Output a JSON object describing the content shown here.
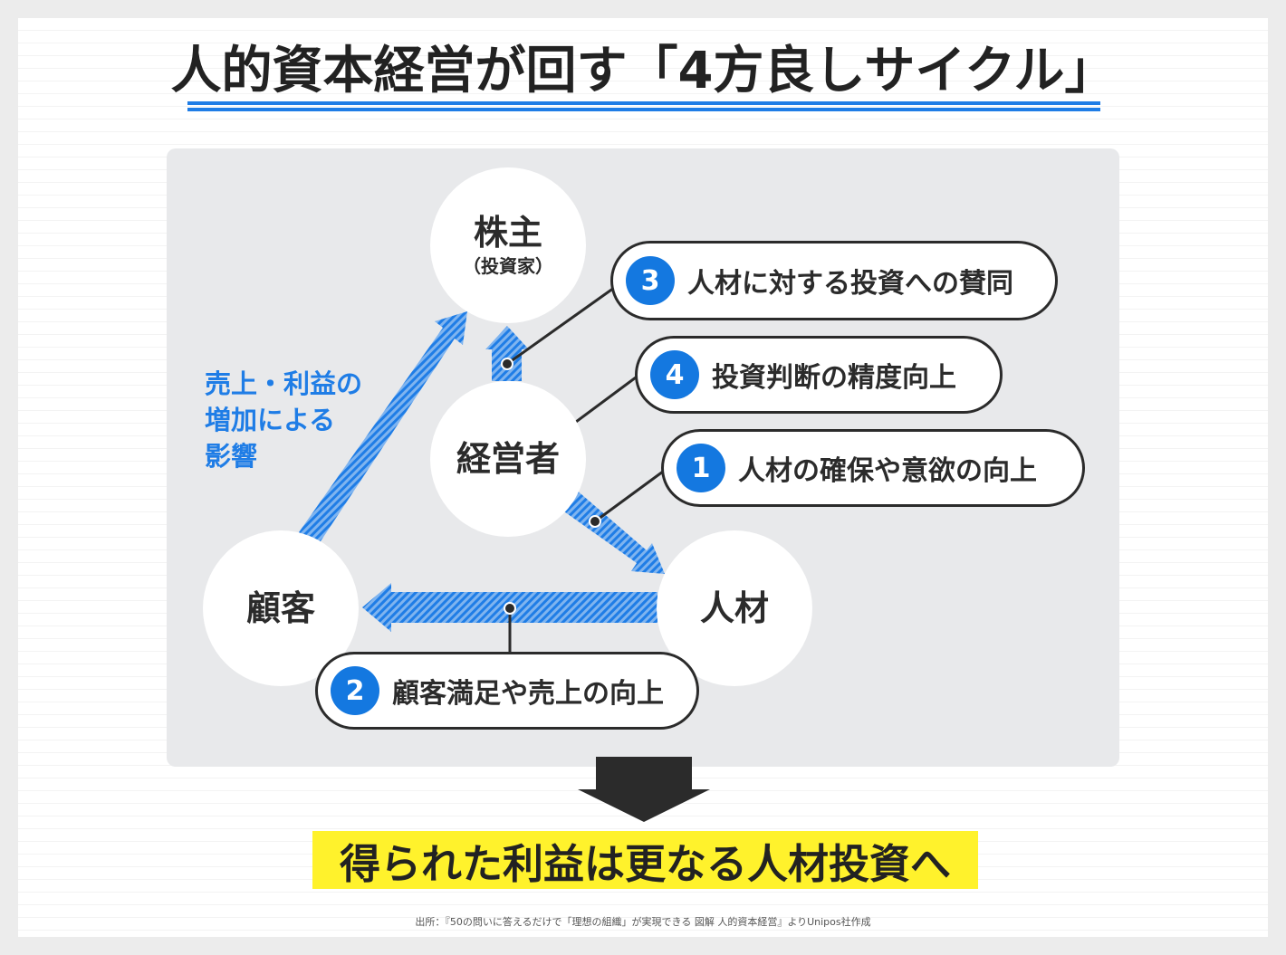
{
  "title": "人的資本経営が回す「4方良しサイクル」",
  "nodes": {
    "shareholder": {
      "label": "株主",
      "sub": "（投資家）"
    },
    "manager": {
      "label": "経営者"
    },
    "customer": {
      "label": "顧客"
    },
    "talent": {
      "label": "人材"
    }
  },
  "side_note": {
    "lines": [
      "売上・利益の",
      "増加による",
      "影響"
    ]
  },
  "callouts": [
    {
      "number": "3",
      "text": "人材に対する投資への賛同"
    },
    {
      "number": "4",
      "text": "投資判断の精度向上"
    },
    {
      "number": "1",
      "text": "人材の確保や意欲の向上"
    },
    {
      "number": "2",
      "text": "顧客満足や売上の向上"
    }
  ],
  "conclusion": "得られた利益は更なる人材投資へ",
  "footnote": "出所：『50の問いに答えるだけで「理想の組織」が実現できる 図解 人的資本経営』よりUnipos社作成",
  "colors": {
    "accent": "#1478e0",
    "highlight": "#fff22c",
    "panel": "#e8e9eb",
    "ink": "#2b2b2b"
  }
}
